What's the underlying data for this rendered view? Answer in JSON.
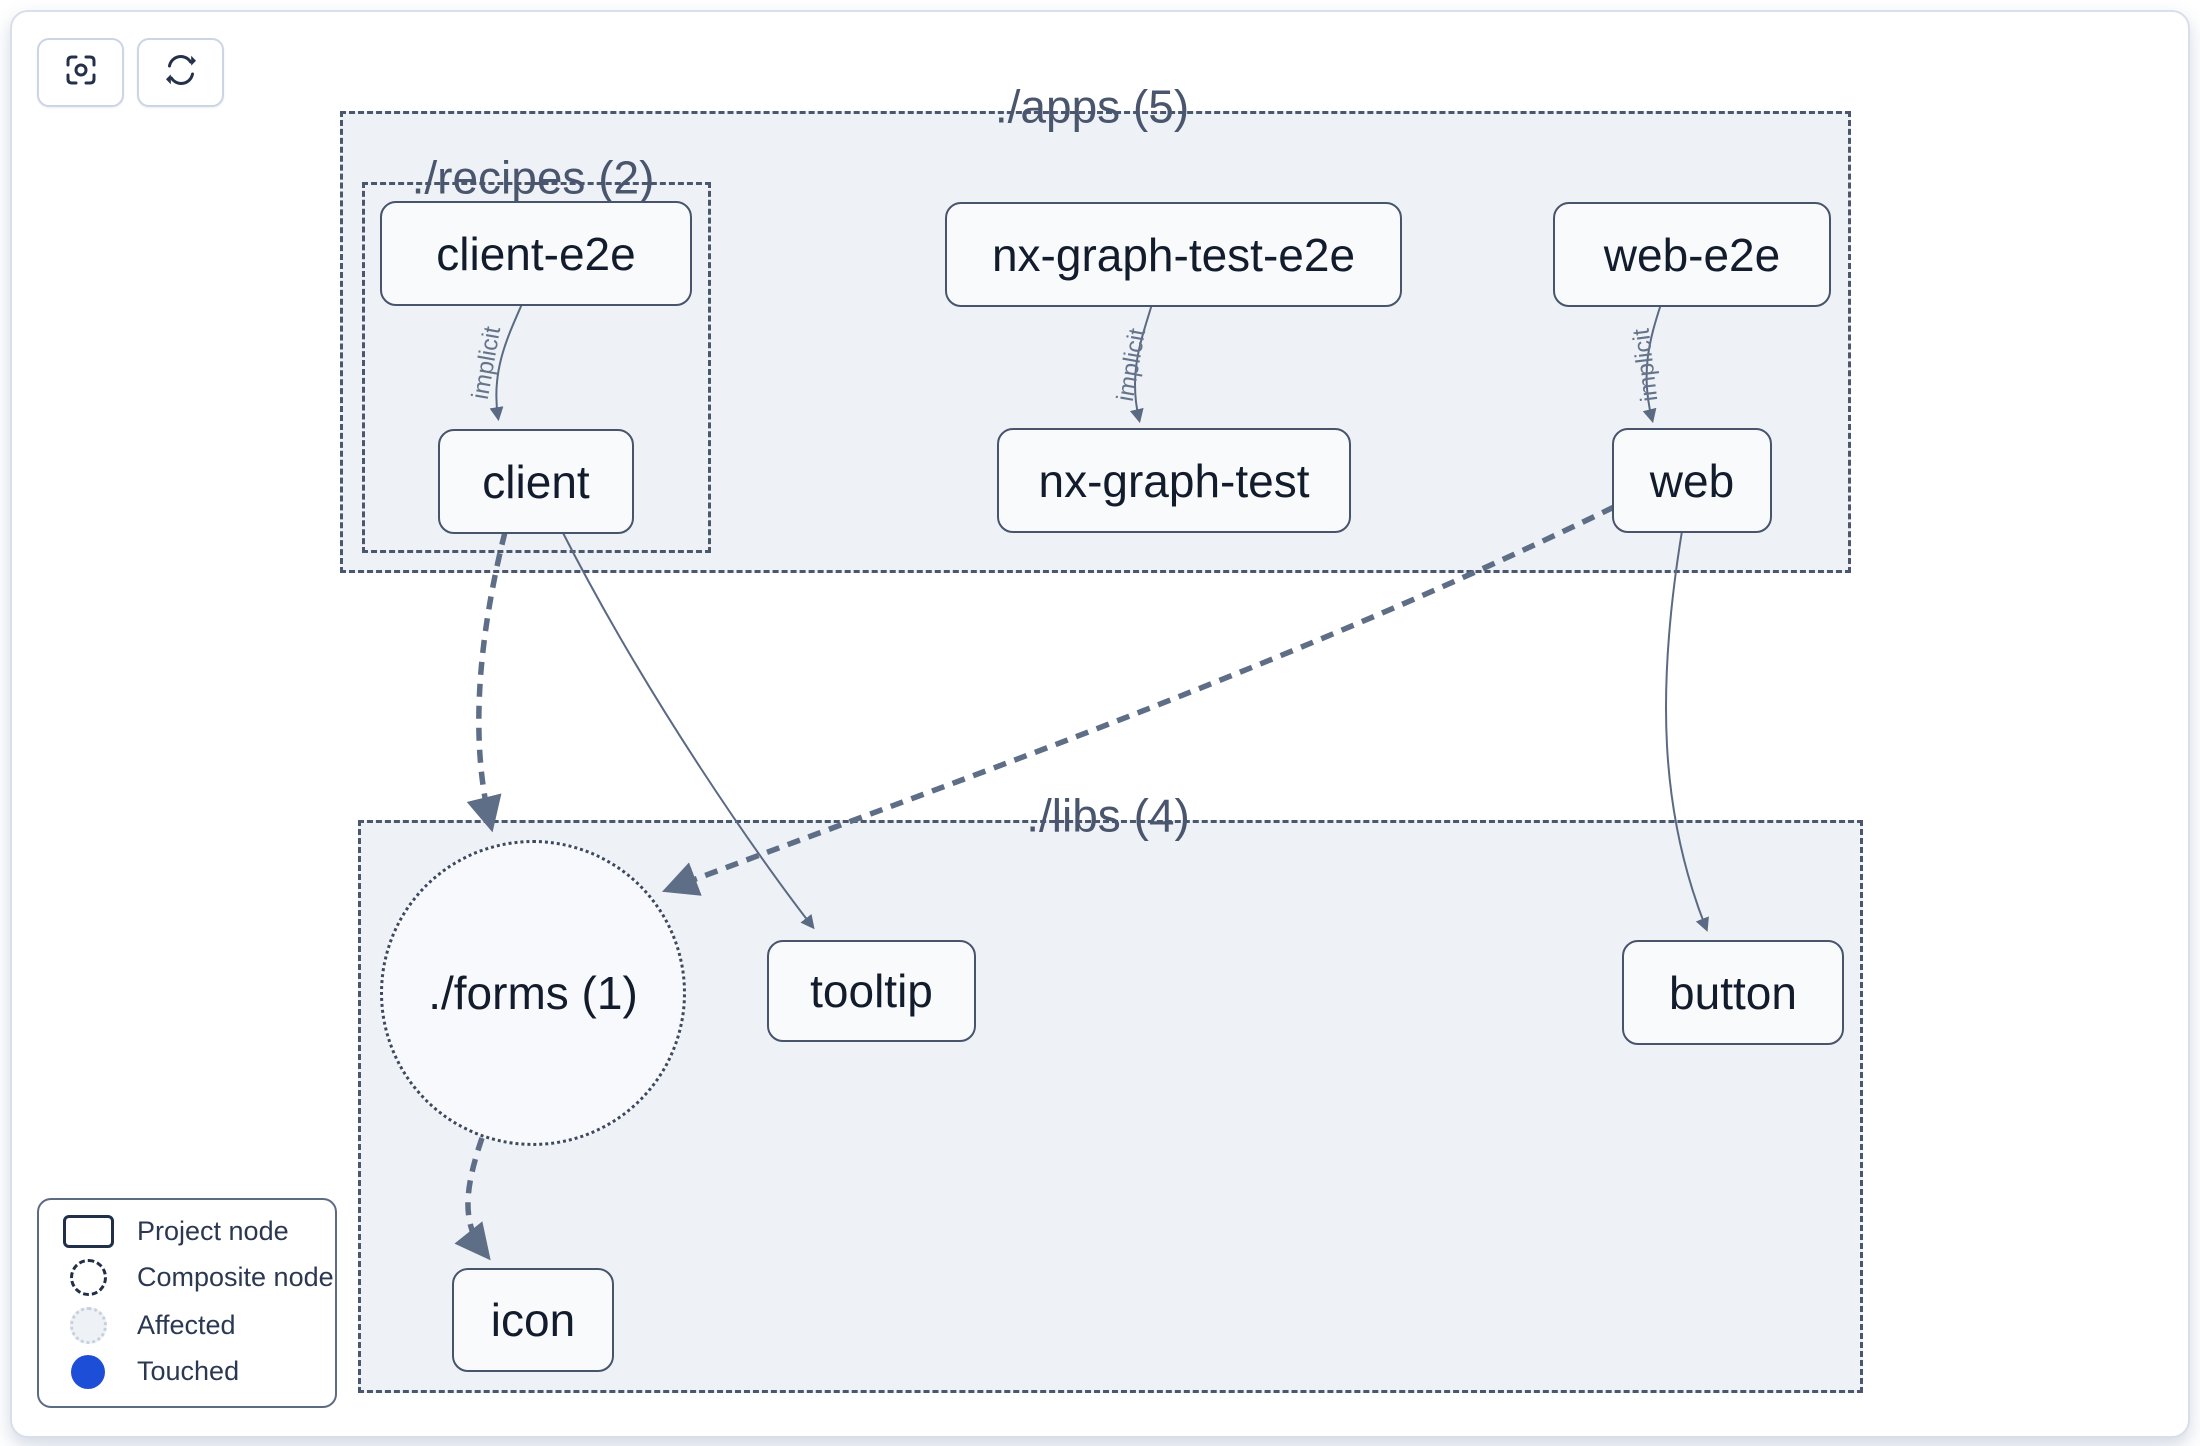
{
  "toolbar": {
    "buttons": [
      {
        "icon": "crosshair-focus-icon"
      },
      {
        "icon": "refresh-icon"
      }
    ]
  },
  "groups": {
    "apps": {
      "label": "./apps (5)"
    },
    "recipes": {
      "label": "./recipes (2)"
    },
    "libs": {
      "label": "./libs (4)"
    },
    "forms": {
      "label": "./forms (1)"
    }
  },
  "nodes": {
    "client_e2e": "client-e2e",
    "client": "client",
    "nx_graph_test_e2e": "nx-graph-test-e2e",
    "nx_graph_test": "nx-graph-test",
    "web_e2e": "web-e2e",
    "web": "web",
    "tooltip": "tooltip",
    "button": "button",
    "icon": "icon"
  },
  "edges": {
    "implicit_label": "implicit",
    "list": [
      {
        "from": "client-e2e",
        "to": "client",
        "style": "solid",
        "label": "implicit"
      },
      {
        "from": "nx-graph-test-e2e",
        "to": "nx-graph-test",
        "style": "solid",
        "label": "implicit"
      },
      {
        "from": "web-e2e",
        "to": "web",
        "style": "solid",
        "label": "implicit"
      },
      {
        "from": "client",
        "to": "./forms (1)",
        "style": "thick-dashed",
        "label": ""
      },
      {
        "from": "client",
        "to": "tooltip",
        "style": "solid",
        "label": ""
      },
      {
        "from": "web",
        "to": "./forms (1)",
        "style": "thick-dashed",
        "label": ""
      },
      {
        "from": "web",
        "to": "button",
        "style": "solid",
        "label": ""
      },
      {
        "from": "./forms (1)",
        "to": "icon",
        "style": "thick-dashed",
        "label": ""
      }
    ]
  },
  "legend": {
    "items": [
      {
        "swatch": "project-node-swatch",
        "label": "Project node"
      },
      {
        "swatch": "composite-node-swatch",
        "label": "Composite node"
      },
      {
        "swatch": "affected-swatch",
        "label": "Affected"
      },
      {
        "swatch": "touched-swatch",
        "label": "Touched"
      }
    ]
  },
  "colors": {
    "canvas_bg": "#ffffff",
    "group_fill": "#eef1f6",
    "node_fill": "#f8fafc",
    "node_border": "#47546b",
    "edge": "#5b6a83",
    "group_label": "#49566d",
    "node_text": "#131c2c",
    "edge_label": "#64748b",
    "touched_blue": "#1d4ed8",
    "affected_fill": "#eef2f7"
  }
}
